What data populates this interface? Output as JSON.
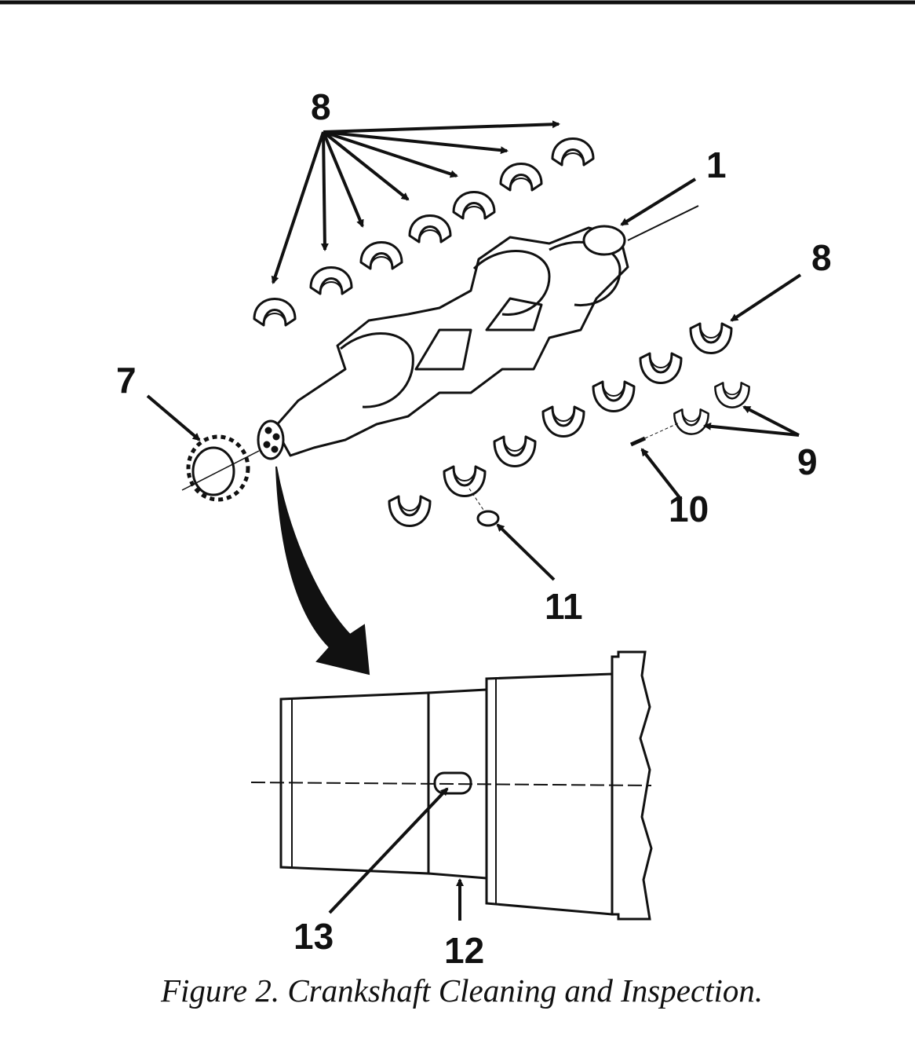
{
  "callouts": {
    "c1": "1",
    "c7": "7",
    "c8_top": "8",
    "c8_right": "8",
    "c9": "9",
    "c10": "10",
    "c11": "11",
    "c12": "12",
    "c13": "13"
  },
  "caption": "Figure 2.  Crankshaft Cleaning and Inspection.",
  "colors": {
    "ink": "#111111",
    "paper": "#ffffff"
  }
}
